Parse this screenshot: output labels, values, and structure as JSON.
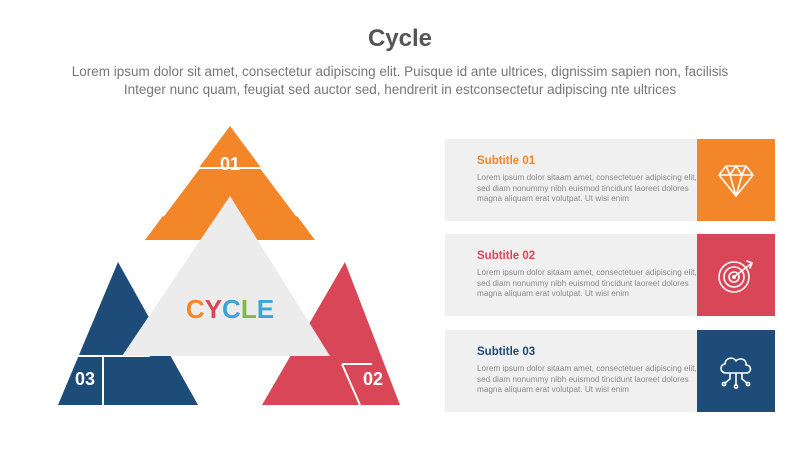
{
  "header": {
    "title": "Cycle",
    "description_line1": "Lorem ipsum dolor sit amet, consectetur adipiscing elit. Puisque id ante ultrices, dignissim sapien non, facilisis",
    "description_line2": "Integer nunc quam, feugiat sed auctor sed, hendrerit in estconsectetur adipiscing nte ultrices"
  },
  "diagram": {
    "center_label": [
      "C",
      "Y",
      "C",
      "L",
      "E"
    ],
    "center_letter_colors": [
      "#F4862A",
      "#D94658",
      "#3DA3D9",
      "#7DBB42",
      "#3DA3D9"
    ],
    "segments": [
      {
        "number": "01",
        "color": "#F4862A"
      },
      {
        "number": "02",
        "color": "#D94658"
      },
      {
        "number": "03",
        "color": "#1E4C78"
      }
    ],
    "center_fill": "#ECECEC"
  },
  "items": [
    {
      "subtitle": "Subtitle 01",
      "text": "Lorem ipsum dolor sitaam amet, consectetuer adipiscing elit, sed diam nonummy nibh euismod tincidunt laoreet dolores magna aliquam erat volutpat. Ut wisi enim",
      "color": "#F4862A",
      "icon": "diamond-icon"
    },
    {
      "subtitle": "Subtitle 02",
      "text": "Lorem ipsum dolor sitaam amet, consectetuer adipiscing elit, sed diam nonummy nibh euismod tincidunt laoreet dolores magna aliquam erat volutpat. Ut wisi enim",
      "color": "#D94658",
      "icon": "target-icon"
    },
    {
      "subtitle": "Subtitle 03",
      "text": "Lorem ipsum dolor sitaam amet, consectetuer adipiscing elit, sed diam nonummy nibh euismod tincidunt laoreet dolores magna aliquam erat volutpat. Ut wisi enim",
      "color": "#1E4C78",
      "icon": "cloud-network-icon"
    }
  ]
}
